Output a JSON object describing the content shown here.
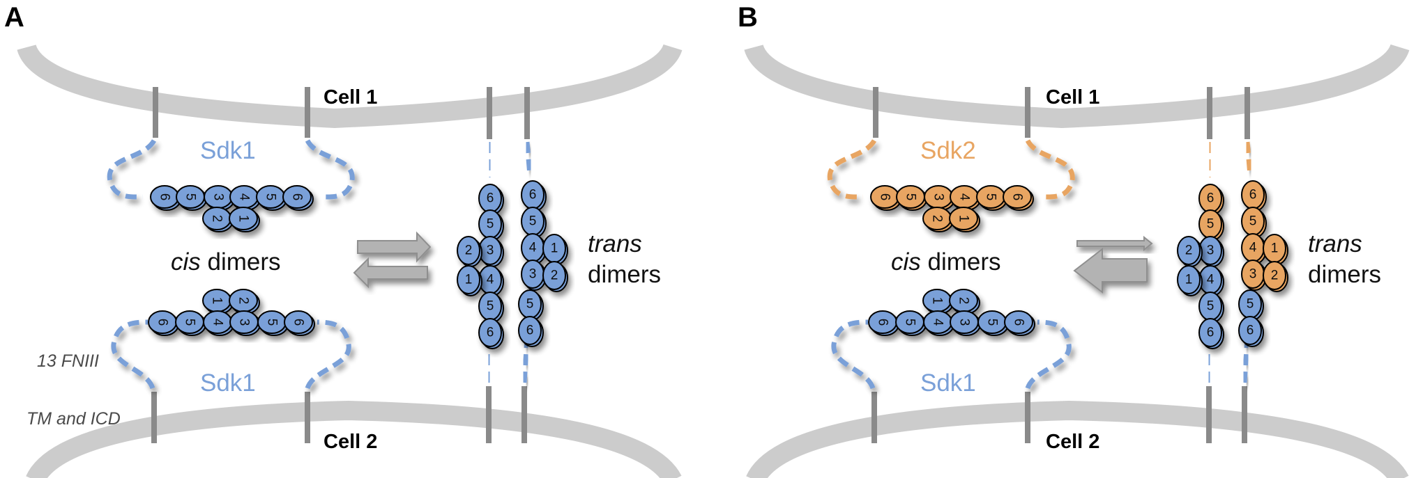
{
  "colors": {
    "sdk1": "#7aa0d8",
    "sdk2": "#e8a562",
    "membrane": "#cccccc",
    "tm": "#8a8a8a",
    "arrow": "#b3b3b3"
  },
  "panels": [
    {
      "letter": "A",
      "cell_top": "Cell 1",
      "cell_bottom": "Cell 2",
      "top_protein": {
        "label": "Sdk1",
        "color_key": "sdk1"
      },
      "bottom_protein": {
        "label": "Sdk1",
        "color_key": "sdk1"
      },
      "cis_label": {
        "italic": "cis",
        "rest": " dimers"
      },
      "trans_label": {
        "italic": "trans",
        "line2": "dimers"
      },
      "annotations": {
        "fniii": "13 FNIII",
        "tm_icd": "TM and ICD"
      },
      "equilibrium": {
        "forward_weight": "equal",
        "reverse_weight": "equal"
      },
      "cis_top_domains": [
        "6",
        "5",
        "3",
        "4",
        "5",
        "6"
      ],
      "cis_top_under": [
        "2",
        "1"
      ],
      "cis_bottom_domains": [
        "6",
        "5",
        "4",
        "3",
        "5",
        "6"
      ],
      "cis_bottom_over": [
        "1",
        "2"
      ],
      "trans_left_top": [
        "6",
        "5",
        "3",
        "4"
      ],
      "trans_left_side": [
        "2",
        "1"
      ],
      "trans_left_bottom": [
        "5",
        "6"
      ],
      "trans_right_top": [
        "6",
        "5",
        "4",
        "3"
      ],
      "trans_right_side": [
        "1",
        "2"
      ],
      "trans_right_bottom": [
        "5",
        "6"
      ]
    },
    {
      "letter": "B",
      "cell_top": "Cell 1",
      "cell_bottom": "Cell 2",
      "top_protein": {
        "label": "Sdk2",
        "color_key": "sdk2"
      },
      "bottom_protein": {
        "label": "Sdk1",
        "color_key": "sdk1"
      },
      "cis_label": {
        "italic": "cis",
        "rest": " dimers"
      },
      "trans_label": {
        "italic": "trans",
        "line2": "dimers"
      },
      "equilibrium": {
        "forward_weight": "small",
        "reverse_weight": "large"
      },
      "cis_top_domains": [
        "6",
        "5",
        "3",
        "4",
        "5",
        "6"
      ],
      "cis_top_under": [
        "2",
        "1"
      ],
      "cis_bottom_domains": [
        "6",
        "5",
        "4",
        "3",
        "5",
        "6"
      ],
      "cis_bottom_over": [
        "1",
        "2"
      ],
      "trans_left_top": [
        "6",
        "5",
        "3",
        "4"
      ],
      "trans_left_side": [
        "2",
        "1"
      ],
      "trans_left_bottom": [
        "5",
        "6"
      ],
      "trans_right_top": [
        "6",
        "5",
        "4",
        "3"
      ],
      "trans_right_side": [
        "1",
        "2"
      ],
      "trans_right_bottom": [
        "5",
        "6"
      ]
    }
  ]
}
